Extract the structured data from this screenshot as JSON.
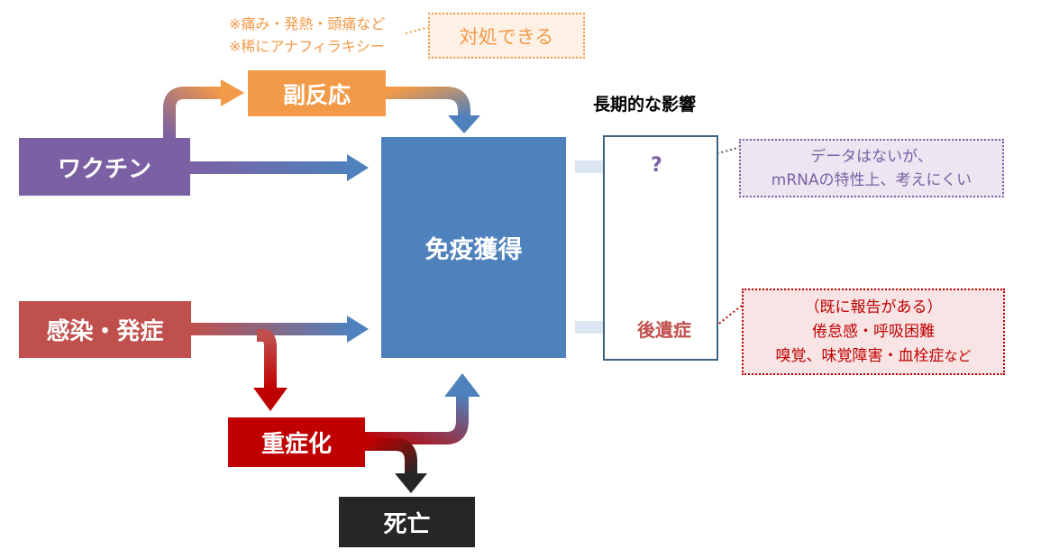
{
  "nodes": {
    "vaccine": "ワクチン",
    "side_effect": "副反応",
    "infection": "感染・発症",
    "severe": "重症化",
    "death": "死亡",
    "immunity": "免疫獲得"
  },
  "side_effect_note": {
    "line1": "※痛み・発熱・頭痛など",
    "line2": "※稀にアナフィラキシー",
    "callout": "対処できる"
  },
  "long_term": {
    "title": "長期的な影響",
    "unknown_mark": "?",
    "sequela": "後遺症"
  },
  "unknown_note": {
    "line1": "データはないが、",
    "line2": "mRNAの特性上、考えにくい"
  },
  "sequela_note": {
    "line1": "（既に報告がある）",
    "line2": "倦怠感・呼吸困難",
    "line3_main": "嗅覚、味覚障害・血栓症",
    "line3_suffix": "など"
  },
  "colors": {
    "vaccine": "#7b61a3",
    "side_effect": "#f39a48",
    "infection": "#c0504d",
    "severe": "#c00000",
    "death": "#262626",
    "immunity": "#4f81bd",
    "long_term_border": "#3e6280",
    "faint_arrow": "#dce6f2"
  }
}
